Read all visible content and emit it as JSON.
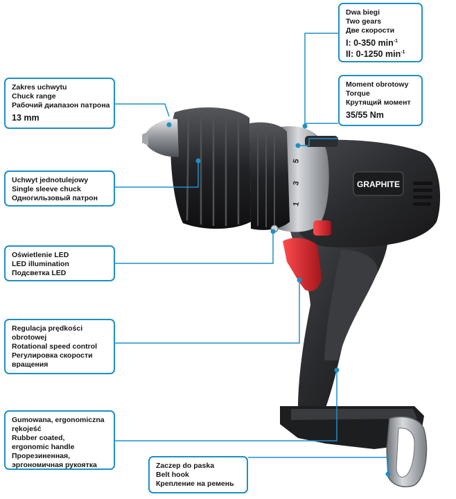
{
  "callouts": {
    "gears": {
      "line1": "Dwa biegi",
      "line2": "Two gears",
      "line3": "Две скорости",
      "line4_prefix": "I: 0-350 min",
      "line4_sup": "-1",
      "line5_prefix": "II: 0-1250 min",
      "line5_sup": "-1"
    },
    "torque": {
      "line1": "Moment obrotowy",
      "line2": "Torque",
      "line3": "Крутящий момент",
      "value": "35/55 Nm"
    },
    "chuck_range": {
      "line1": "Zakres uchwytu",
      "line2": "Chuck range",
      "line3": "Рабочий диапазон патрона",
      "value": "13 mm"
    },
    "chuck": {
      "line1": "Uchwyt jednotulejowy",
      "line2": "Single sleeve chuck",
      "line3": "Одногильзовый патрон"
    },
    "led": {
      "line1": "Oświetlenie LED",
      "line2": "LED illumination",
      "line3": "Подсветка LED"
    },
    "speed": {
      "line1": "Regulacja prędkości obrotowej",
      "line2": "Rotational speed control",
      "line3": "Регулировка скорости вращения"
    },
    "handle": {
      "line1": "Gumowana, ergonomiczna rękojeść",
      "line2": "Rubber coated, ergonomic handle",
      "line3": "Прорезиненная, эргономичная рукоятка"
    },
    "belt_hook": {
      "line1": "Zaczep do paska",
      "line2": "Belt hook",
      "line3": "Крепление на ремень"
    }
  },
  "product": {
    "brand": "GRAPHITE",
    "gear_marks": [
      "5",
      "3",
      "1"
    ]
  },
  "colors": {
    "accent": "#1e8fc7",
    "body_dark": "#2b2b2d",
    "body_grey": "#8e9297",
    "trigger_red": "#d6232b"
  }
}
